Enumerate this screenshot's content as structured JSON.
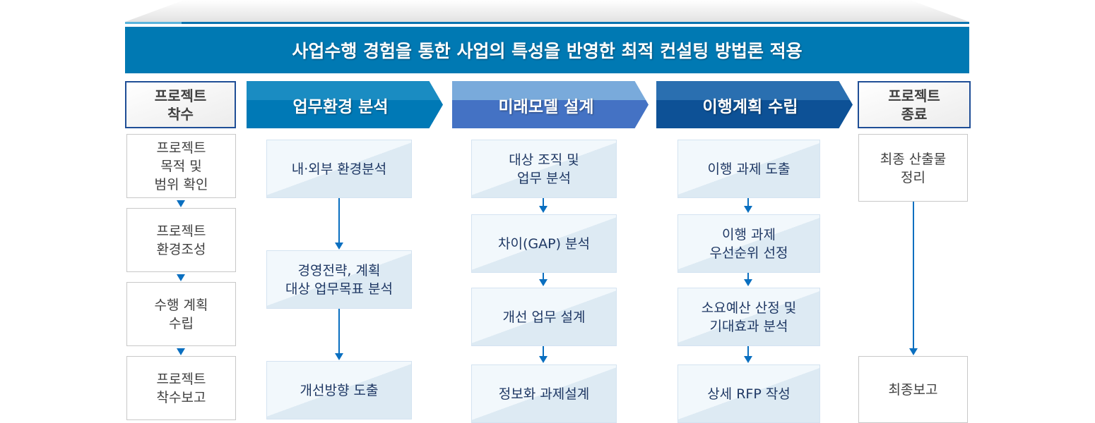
{
  "banner": "사업수행 경험을 통한 사업의 특성을 반영한 최적 컨설팅 방법론 적용",
  "columns": [
    {
      "title": "프로젝트\n착수",
      "steps": [
        "프로젝트\n목적 및\n범위 확인",
        "프로젝트\n환경조성",
        "수행 계획\n수립",
        "프로젝트\n착수보고"
      ]
    },
    {
      "title": "업무환경 분석",
      "steps": [
        "내·외부 환경분석",
        "경영전략, 계획\n대상 업무목표 분석",
        "개선방향 도출"
      ]
    },
    {
      "title": "미래모델 설계",
      "steps": [
        "대상 조직 및\n업무 분석",
        "차이(GAP) 분석",
        "개선 업무 설계",
        "정보화 과제설계"
      ]
    },
    {
      "title": "이행계획 수립",
      "steps": [
        "이행 과제 도출",
        "이행 과제\n우선순위 선정",
        "소요예산 산정 및\n기대효과 분석",
        "상세 RFP 작성"
      ]
    },
    {
      "title": "프로젝트\n종료",
      "steps": [
        "최종 산출물\n정리",
        "최종보고"
      ]
    }
  ]
}
